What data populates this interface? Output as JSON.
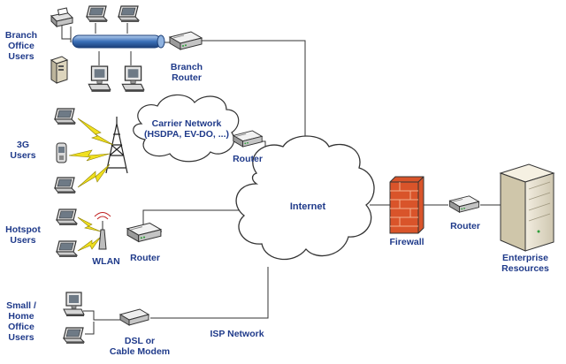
{
  "groups": {
    "branch_office": [
      "Branch",
      "Office",
      "Users"
    ],
    "three_g": [
      "3G",
      "Users"
    ],
    "hotspot": [
      "Hotspot",
      "Users"
    ],
    "small_home": [
      "Small /",
      "Home",
      "Office",
      "Users"
    ]
  },
  "devices": {
    "branch_router": [
      "Branch",
      "Router"
    ],
    "carrier_router": "Router",
    "hotspot_router": "Router",
    "wlan": "WLAN",
    "dsl_modem": [
      "DSL or",
      "Cable Modem"
    ],
    "firewall": "Firewall",
    "enterprise_router": "Router",
    "enterprise_resources": [
      "Enterprise",
      "Resources"
    ]
  },
  "clouds": {
    "carrier_network": [
      "Carrier Network",
      "(HSDPA, EV-DO, ...)"
    ],
    "internet": "Internet"
  },
  "links": {
    "isp_network": "ISP Network"
  },
  "colors": {
    "label": "#1f3a8a",
    "lightning": "#f0e020",
    "bus": "#3a6fb8",
    "firewall": "#d9542a"
  }
}
